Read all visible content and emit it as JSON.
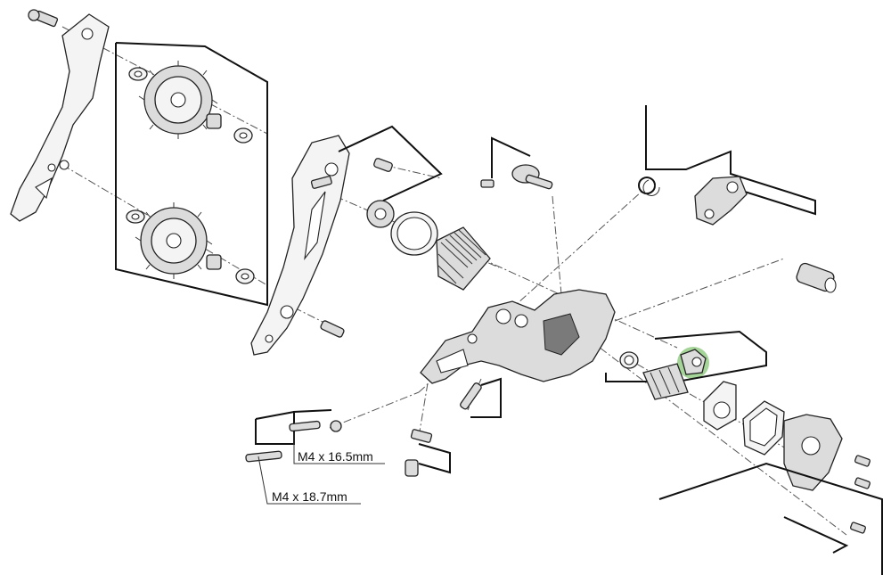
{
  "labels": {
    "screw_short": "M4 x 16.5mm",
    "screw_long": "M4 x 18.7mm"
  },
  "colors": {
    "line": "#111111",
    "part_fill": "#dcdcdc",
    "highlight": "#7dc26b"
  },
  "highlighted_part": "cable-guide-pulley"
}
